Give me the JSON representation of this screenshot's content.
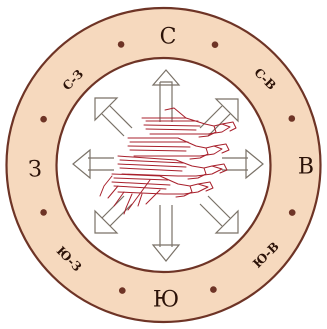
{
  "compass": {
    "labels": {
      "north": "С",
      "south": "Ю",
      "east": "В",
      "west": "З",
      "northeast": "С-В",
      "northwest": "С-З",
      "southeast": "Ю-В",
      "southwest": "Ю-З"
    },
    "colors": {
      "ring_fill": "#f6d9be",
      "ring_stroke": "#6e3426",
      "dot": "#6e3426",
      "arrow_stroke": "#7a7268",
      "bird_stroke": "#a8202c",
      "text": "#2b1208"
    },
    "center_image": "flock-of-flying-cranes"
  }
}
